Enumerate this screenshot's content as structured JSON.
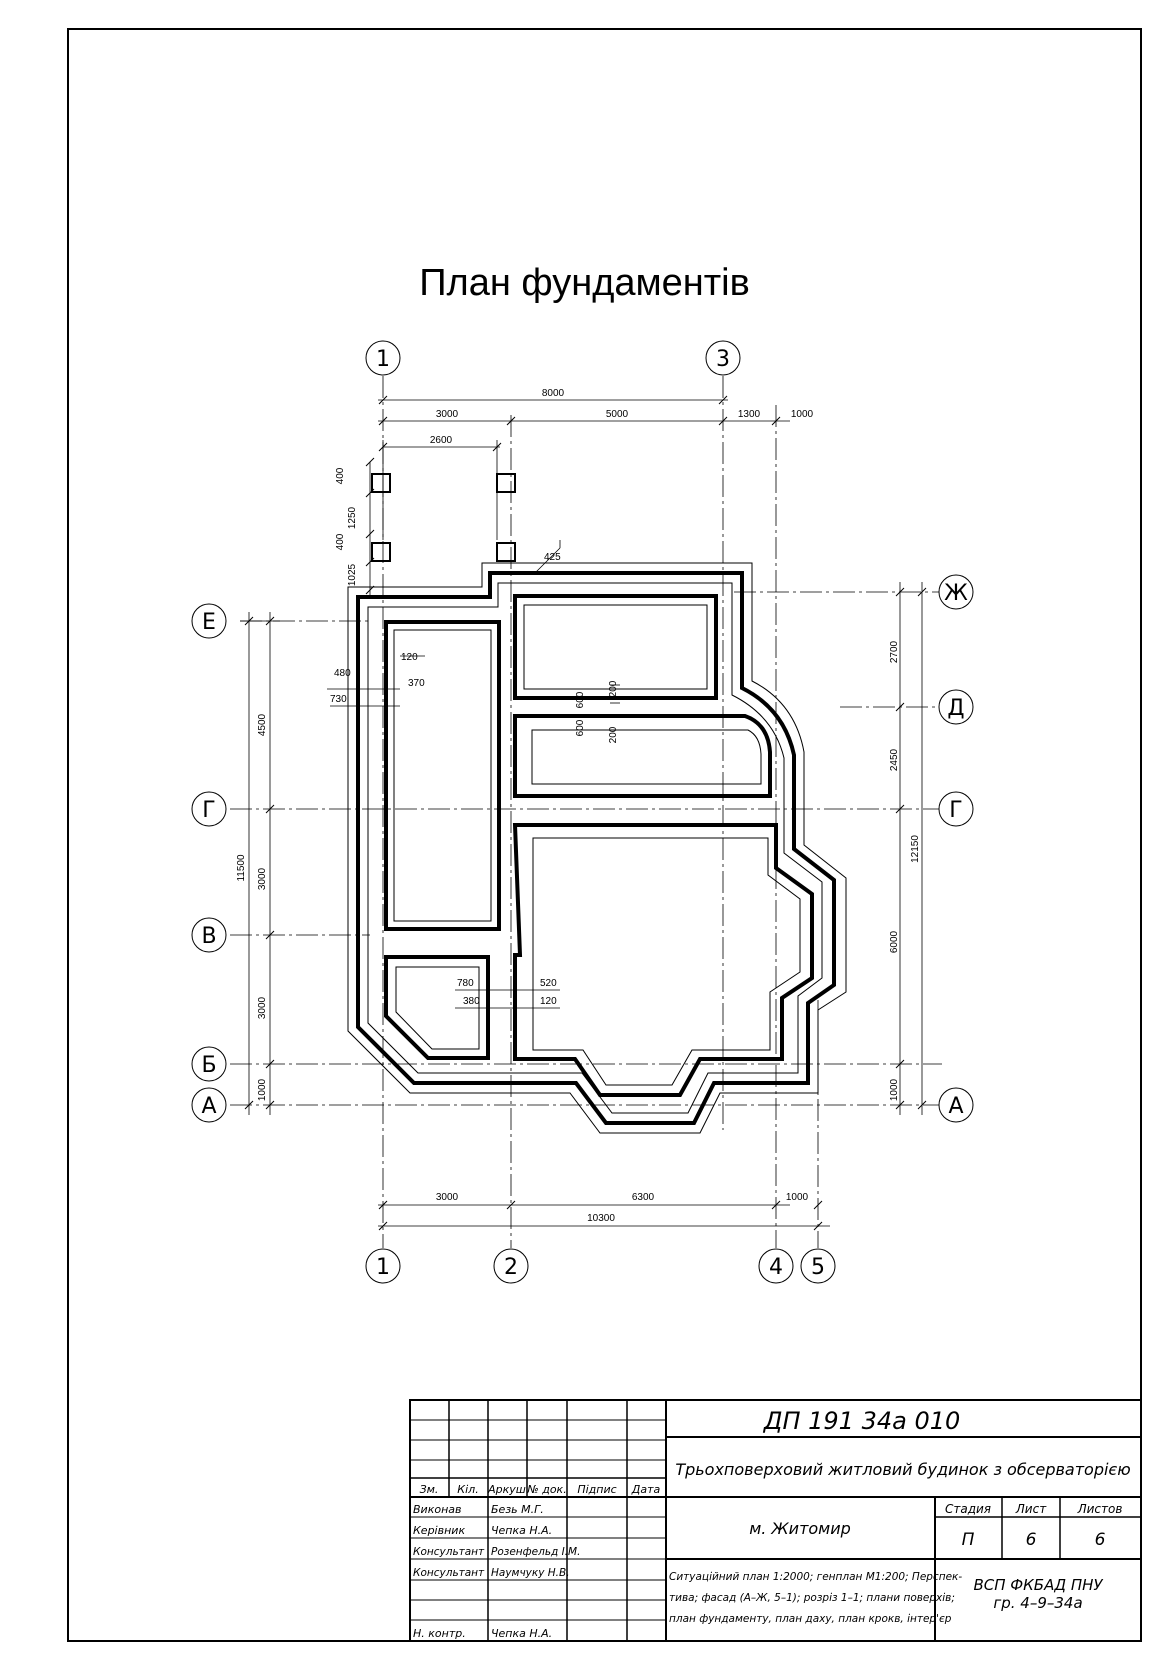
{
  "title": "План фундаментів",
  "axes": {
    "top": [
      "1",
      "3"
    ],
    "bottom": [
      "1",
      "2",
      "4",
      "5"
    ],
    "left": [
      "Е",
      "Г",
      "В",
      "Б",
      "А"
    ],
    "right": [
      "Ж",
      "Д",
      "Г",
      "А"
    ]
  },
  "dimensions": {
    "top_total": "8000",
    "top_a": "3000",
    "top_b": "5000",
    "top_c": "1300",
    "top_d": "1000",
    "top_col": "2600",
    "left_col_400a": "400",
    "left_col_1250": "1250",
    "left_col_400b": "400",
    "left_col_1025": "1025",
    "step_425": "425",
    "left_4500": "4500",
    "left_11500": "11500",
    "left_3000a": "3000",
    "left_3000b": "3000",
    "left_1000": "1000",
    "wall_120": "120",
    "wall_480": "480",
    "wall_370": "370",
    "wall_730": "730",
    "mid_600a": "600",
    "mid_600b": "600",
    "mid_200a": "200",
    "mid_200b": "200",
    "low_780": "780",
    "low_380": "380",
    "low_520": "520",
    "low_120": "120",
    "right_2700": "2700",
    "right_2450": "2450",
    "right_12150": "12150",
    "right_6000": "6000",
    "right_1000": "1000",
    "bot_3000": "3000",
    "bot_6300": "6300",
    "bot_1000": "1000",
    "bot_10300": "10300"
  },
  "title_block": {
    "code": "ДП  191  34а  010",
    "project": "Трьохповерховий житловий будинок з обсерваторією",
    "city": "м. Житомир",
    "headers": [
      "Зм.",
      "Кіл.",
      "Аркуш",
      "№ док.",
      "Підпис",
      "Дата"
    ],
    "roles": [
      "Виконав",
      "Керівник",
      "Консультант",
      "Консультант",
      "Н. контр."
    ],
    "names": [
      "Безь М.Г.",
      "Чепка Н.А.",
      "Розенфельд І.М.",
      "Наумчуку Н.В.",
      "Чепка Н.А."
    ],
    "stage_header": "Стадия",
    "sheet_header": "Лист",
    "sheets_header": "Листов",
    "stage": "П",
    "sheet": "6",
    "sheets": "6",
    "contents_1": "Ситуаційний план 1:2000; генплан М1:200; Перспек-",
    "contents_2": "тива; фасад (А–Ж, 5–1); розріз 1–1; плани поверхів;",
    "contents_3": "план фундаменту, план даху, план крокв, інтер'єр",
    "org_1": "ВСП ФКБАД ПНУ",
    "org_2": "гр. 4–9–34а"
  }
}
